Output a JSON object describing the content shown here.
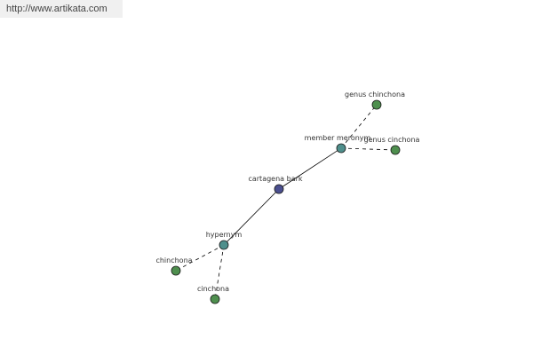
{
  "watermark": {
    "url": "http://www.artikata.com"
  },
  "graph": {
    "nodes": {
      "cartagena_bark": {
        "label": "cartagena bark",
        "role": "center",
        "color": "#4b4f8f"
      },
      "member_meronym": {
        "label": "member meronym",
        "role": "relation",
        "color": "#4f8f8c"
      },
      "hypernym": {
        "label": "hypernym",
        "role": "relation",
        "color": "#4f8f8c"
      },
      "genus_chinchona": {
        "label": "genus chinchona",
        "role": "leaf",
        "color": "#4e8f4e"
      },
      "genus_cinchona": {
        "label": "genus cinchona",
        "role": "leaf",
        "color": "#4e8f4e"
      },
      "chinchona": {
        "label": "chinchona",
        "role": "leaf",
        "color": "#4e8f4e"
      },
      "cinchona": {
        "label": "cinchona",
        "role": "leaf",
        "color": "#4e8f4e"
      }
    },
    "edges": [
      {
        "from": "cartagena_bark",
        "to": "member_meronym",
        "style": "solid"
      },
      {
        "from": "cartagena_bark",
        "to": "hypernym",
        "style": "solid"
      },
      {
        "from": "member_meronym",
        "to": "genus_chinchona",
        "style": "dashed"
      },
      {
        "from": "member_meronym",
        "to": "genus_cinchona",
        "style": "dashed"
      },
      {
        "from": "hypernym",
        "to": "chinchona",
        "style": "dashed"
      },
      {
        "from": "hypernym",
        "to": "cinchona",
        "style": "dashed"
      }
    ]
  }
}
